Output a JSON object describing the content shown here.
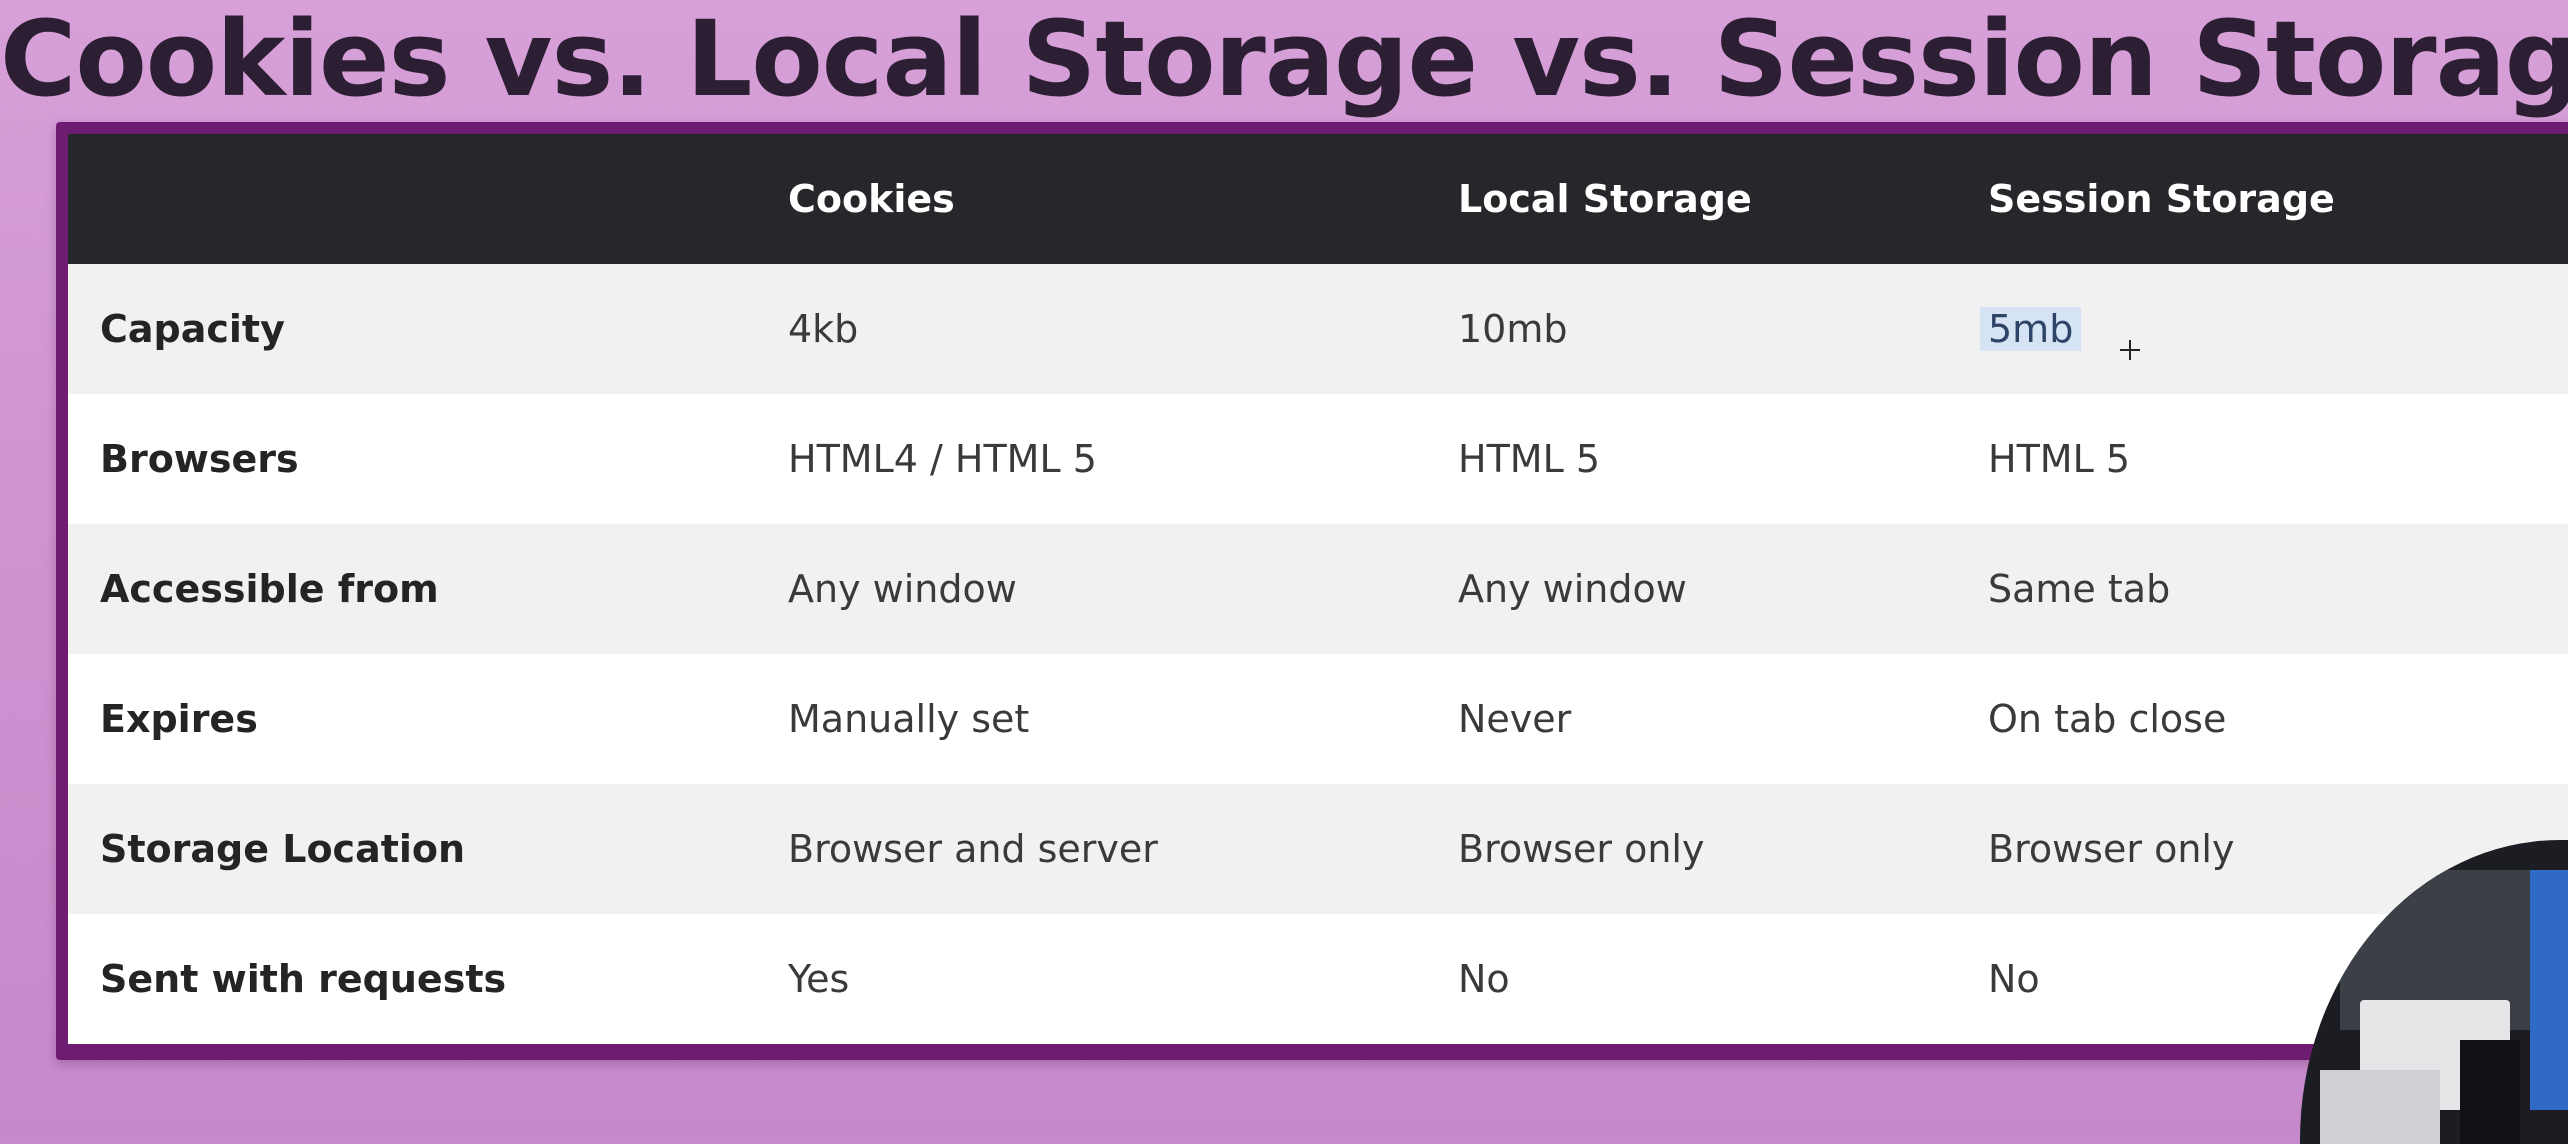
{
  "title": "Cookies vs. Local Storage vs. Session Storage",
  "table": {
    "headers": [
      "",
      "Cookies",
      "Local Storage",
      "Session Storage"
    ],
    "rows": [
      {
        "label": "Capacity",
        "cookies": "4kb",
        "local": "10mb",
        "session": "5mb"
      },
      {
        "label": "Browsers",
        "cookies": "HTML4 / HTML 5",
        "local": "HTML 5",
        "session": "HTML 5"
      },
      {
        "label": "Accessible from",
        "cookies": "Any window",
        "local": "Any window",
        "session": "Same tab"
      },
      {
        "label": "Expires",
        "cookies": "Manually set",
        "local": "Never",
        "session": "On tab close"
      },
      {
        "label": "Storage Location",
        "cookies": "Browser and server",
        "local": "Browser only",
        "session": "Browser only"
      },
      {
        "label": "Sent with requests",
        "cookies": "Yes",
        "local": "No",
        "session": "No"
      }
    ]
  },
  "colors": {
    "background": "#d7a0d8",
    "frame": "#6e1c72",
    "header": "#26272b",
    "row_alt": "#f1f1f2",
    "row_plain": "#ffffff",
    "selection": "#d6e3f4"
  },
  "icons": {
    "cursor": "crosshair-cursor-icon"
  }
}
